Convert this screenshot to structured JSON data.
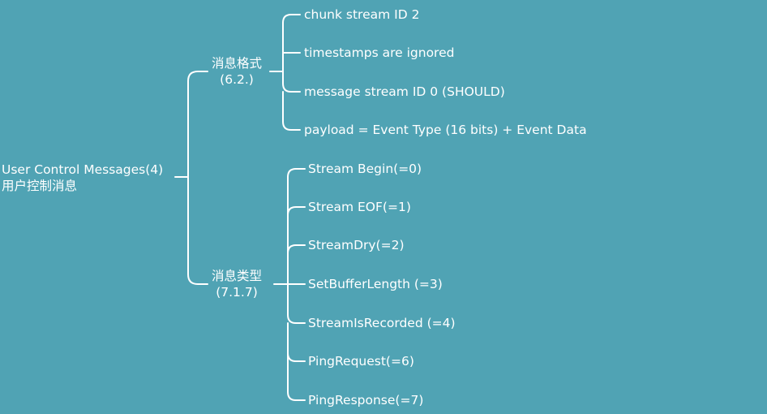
{
  "root": {
    "line1": "User Control Messages(4)",
    "line2": "用户控制消息"
  },
  "format": {
    "line1": "消息格式",
    "line2": "(6.2.)",
    "items": [
      "chunk stream ID 2",
      "timestamps are ignored",
      "message stream ID 0   (SHOULD)",
      "payload  = Event Type (16 bits) + Event Data"
    ]
  },
  "types": {
    "line1": "消息类型",
    "line2": "(7.1.7)",
    "items": [
      "Stream Begin(=0)",
      "Stream EOF(=1)",
      "StreamDry(=2)",
      "SetBufferLength (=3)",
      "StreamIsRecorded (=4)",
      "PingRequest(=6)",
      "PingResponse(=7)"
    ]
  },
  "colors": {
    "background": "#50a3b4",
    "line": "#ffffff",
    "text": "#ffffff"
  }
}
